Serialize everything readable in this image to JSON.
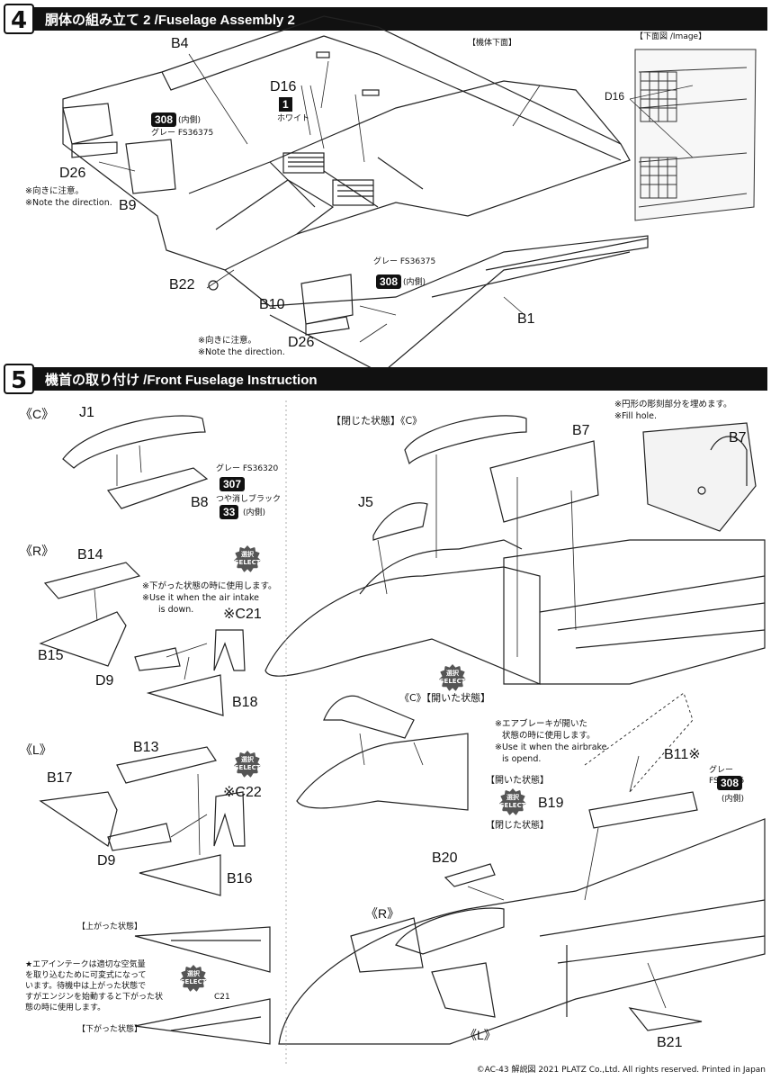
{
  "step4": {
    "number": "4",
    "title": "胴体の組み立て 2 /Fuselage Assembly 2",
    "label_underside": "【機体下面】",
    "label_image": "【下面図 /Image】",
    "parts": {
      "b4": "B4",
      "d16": "D16",
      "d16_image": "D16",
      "d26_top": "D26",
      "b9": "B9",
      "b22": "B22",
      "b10": "B10",
      "d26_bottom": "D26",
      "b1": "B1"
    },
    "paint_1": {
      "code": "1",
      "name": "ホワイト"
    },
    "paint_308_top": {
      "code": "308",
      "suffix": "(内側)",
      "name": "グレー FS36375"
    },
    "paint_308_bottom": {
      "code": "308",
      "suffix": "(内側)",
      "name": "グレー FS36375"
    },
    "note_direction_top": [
      "※向きに注意。",
      "※Note the direction."
    ],
    "note_direction_bottom": [
      "※向きに注意。",
      "※Note the direction."
    ]
  },
  "step5": {
    "number": "5",
    "title": "機首の取り付け /Front Fuselage Instruction",
    "c_mark": "《C》",
    "closed_c": "【閉じた状態】《C》",
    "open_c": "《C》【開いた状態】",
    "r_mark": "《R》",
    "l_mark": "《L》",
    "r_mark_big": "《R》",
    "l_mark_big": "《L》",
    "parts": {
      "j1": "J1",
      "b8": "B8",
      "b14": "B14",
      "b15": "B15",
      "c21": "※C21",
      "d9_r": "D9",
      "b18": "B18",
      "b13": "B13",
      "b17": "B17",
      "c22": "※C22",
      "d9_l": "D9",
      "b16": "B16",
      "b7": "B7",
      "b7_inset": "B7",
      "j5": "J5",
      "b11": "B11※",
      "b19": "B19",
      "b20": "B20",
      "b21": "B21",
      "c21_small": "C21"
    },
    "paint_307": {
      "code": "307",
      "name": "グレー FS36320"
    },
    "paint_33": {
      "code": "33",
      "suffix": "(内側)",
      "name": "つや消しブラック"
    },
    "paint_308": {
      "code": "308",
      "suffix": "(内側)",
      "name": "グレー FS36375"
    },
    "note_fill": [
      "※円形の彫刻部分を埋めます。",
      "※Fill hole."
    ],
    "note_intake_down": [
      "※下がった状態の時に使用します。",
      "※Use it when the air intake",
      "is down."
    ],
    "note_airbrake": [
      "※エアブレーキが開いた",
      "状態の時に使用します。",
      "※Use it when the airbrake",
      "is opend."
    ],
    "state_up": "【上がった状態】",
    "state_down": "【下がった状態】",
    "state_open": "【開いた状態】",
    "state_closed": "【閉じた状態】",
    "intake_note": [
      "★エアインテークは適切な空気量",
      "を取り込むために可変式になって",
      "います。待機中は上がった状態で",
      "すがエンジンを始動すると下がった状",
      "態の時に使用します。"
    ],
    "select_label": [
      "選択",
      "SELECT"
    ]
  },
  "footer": "©AC-43 解説図 2021 PLATZ Co.,Ltd. All rights reserved. Printed in Japan"
}
